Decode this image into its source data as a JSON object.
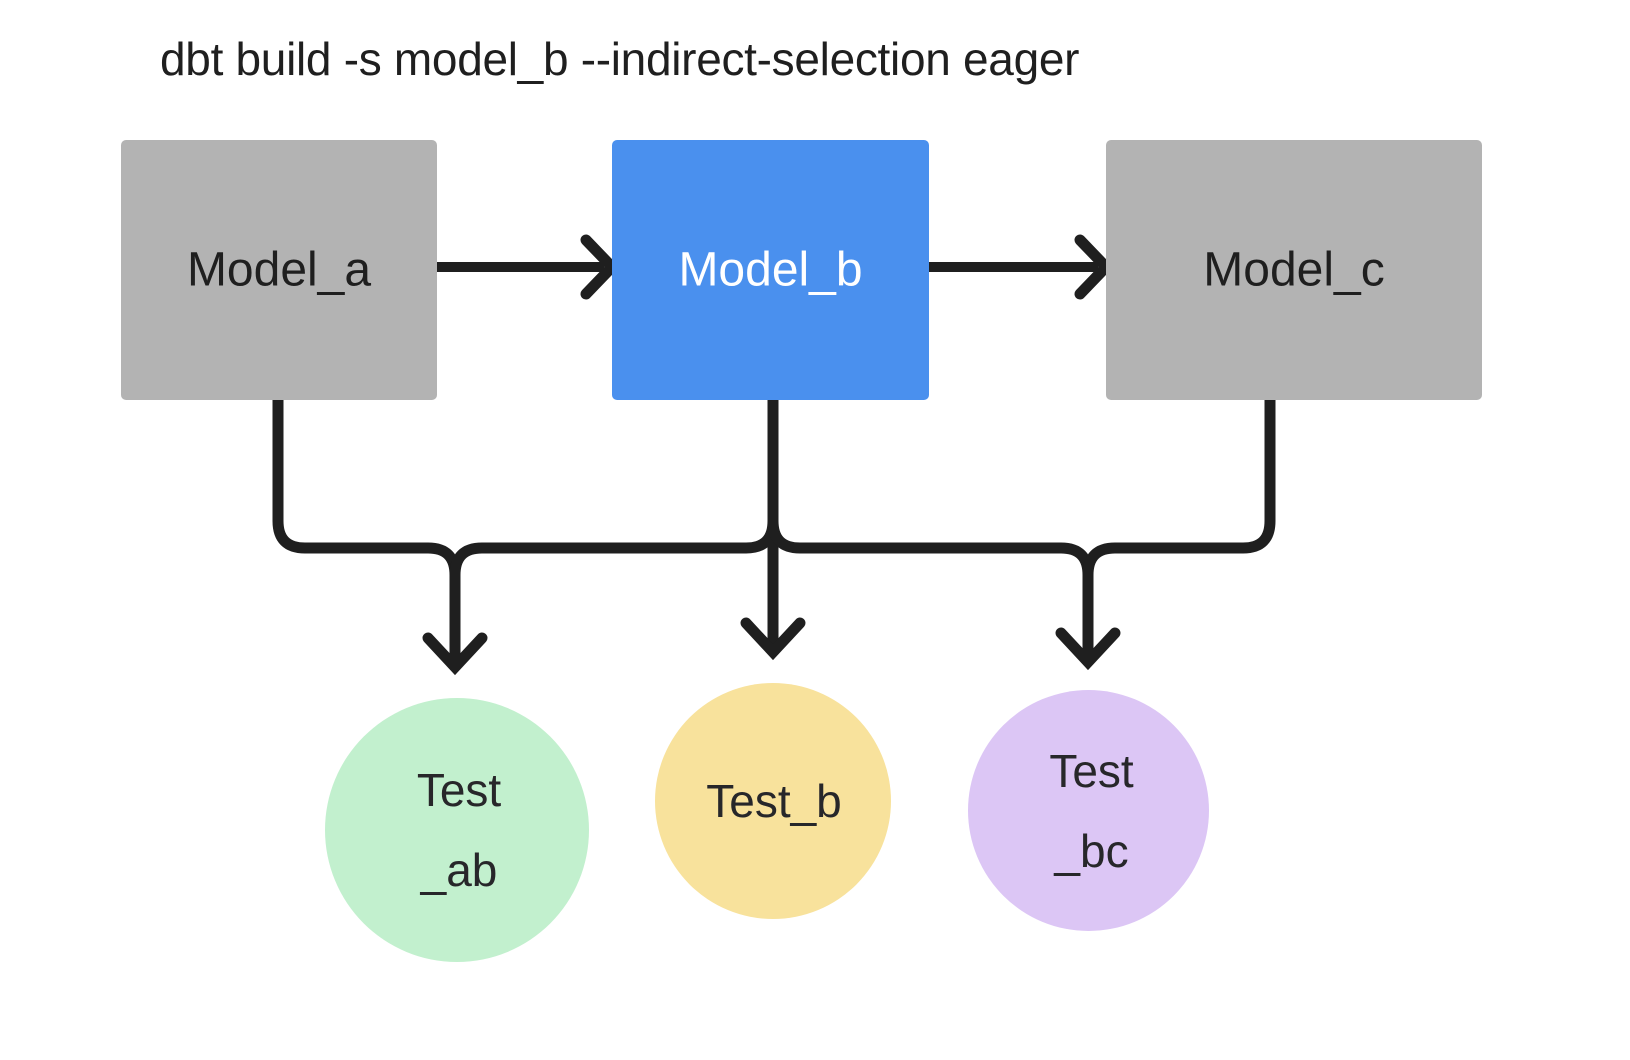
{
  "diagram": {
    "title": "dbt build -s model_b --indirect-selection eager",
    "background_color": "#ffffff",
    "edge_color": "#1f1f1f",
    "nodes": {
      "models": [
        {
          "id": "model_a",
          "label": "Model_a",
          "shape": "rectangle",
          "fill": "#b3b3b3",
          "text_color": "#1f1f1f",
          "selected": false
        },
        {
          "id": "model_b",
          "label": "Model_b",
          "shape": "rectangle",
          "fill": "#4a90ee",
          "text_color": "#ffffff",
          "selected": true
        },
        {
          "id": "model_c",
          "label": "Model_c",
          "shape": "rectangle",
          "fill": "#b3b3b3",
          "text_color": "#1f1f1f",
          "selected": false
        }
      ],
      "tests": [
        {
          "id": "test_ab",
          "label_line1": "Test",
          "label_line2": "_ab",
          "shape": "circle",
          "fill": "#c2f0ce",
          "text_color": "#27272a"
        },
        {
          "id": "test_b",
          "label_line1": "Test_b",
          "label_line2": "",
          "shape": "circle",
          "fill": "#f8e29c",
          "text_color": "#27272a"
        },
        {
          "id": "test_bc",
          "label_line1": "Test",
          "label_line2": "_bc",
          "shape": "circle",
          "fill": "#dcc6f5",
          "text_color": "#27272a"
        }
      ]
    },
    "edges": [
      {
        "from": "model_a",
        "to": "model_b",
        "style": "arrow-right"
      },
      {
        "from": "model_b",
        "to": "model_c",
        "style": "arrow-right"
      },
      {
        "from": "model_a",
        "to": "test_ab",
        "style": "arrow-down-elbow"
      },
      {
        "from": "model_b",
        "to": "test_ab",
        "style": "arrow-down-elbow"
      },
      {
        "from": "model_b",
        "to": "test_b",
        "style": "arrow-down"
      },
      {
        "from": "model_b",
        "to": "test_bc",
        "style": "arrow-down-elbow"
      },
      {
        "from": "model_c",
        "to": "test_bc",
        "style": "arrow-down-elbow"
      }
    ]
  }
}
